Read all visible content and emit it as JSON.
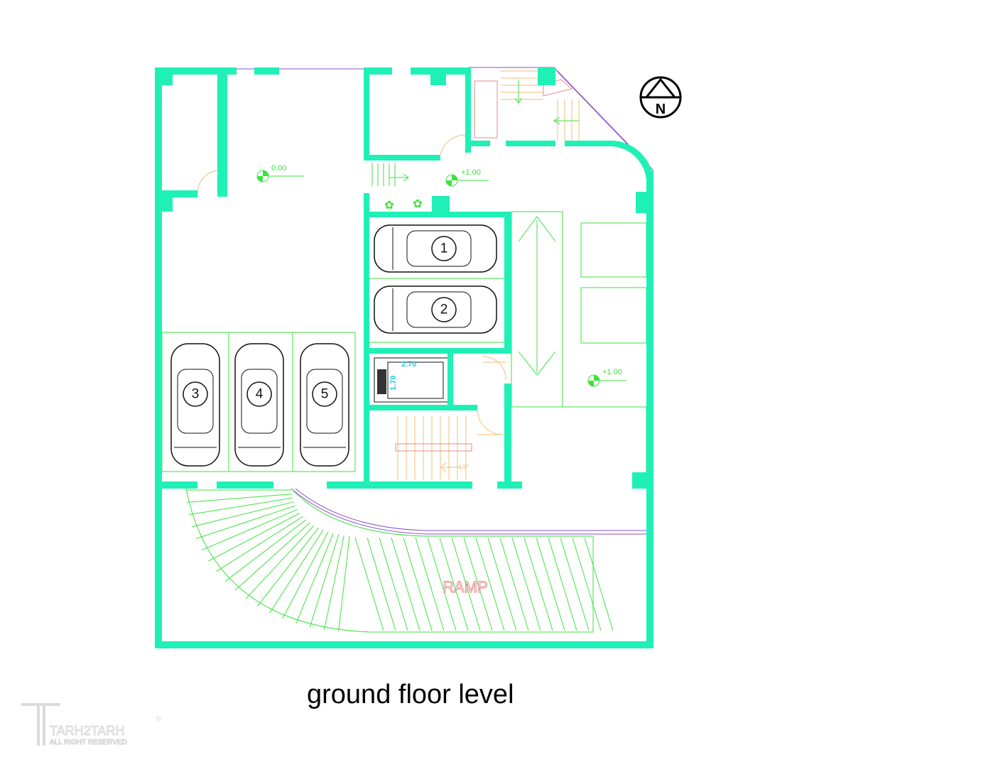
{
  "title": "ground floor level",
  "colors": {
    "wall": "#1ff0b6",
    "lines": "#3ee23e",
    "stairs": "#f2c98f",
    "dimension": "#22c9e6",
    "ramp_text": "#e88a8a"
  },
  "compass": {
    "label": "N",
    "icon": "north-arrow-icon"
  },
  "levels": [
    "0.00",
    "+1.00",
    "+1.00"
  ],
  "parking_spots": [
    "1",
    "2",
    "3",
    "4",
    "5"
  ],
  "elevator": {
    "width": "2.70",
    "depth": "1.70"
  },
  "stairs": {
    "label": "UP"
  },
  "ramp": {
    "label": "RAMP"
  },
  "watermark": {
    "brand": "TARH2TARH",
    "tagline": "ALL RIGHT RESERVED",
    "mark": "©"
  }
}
